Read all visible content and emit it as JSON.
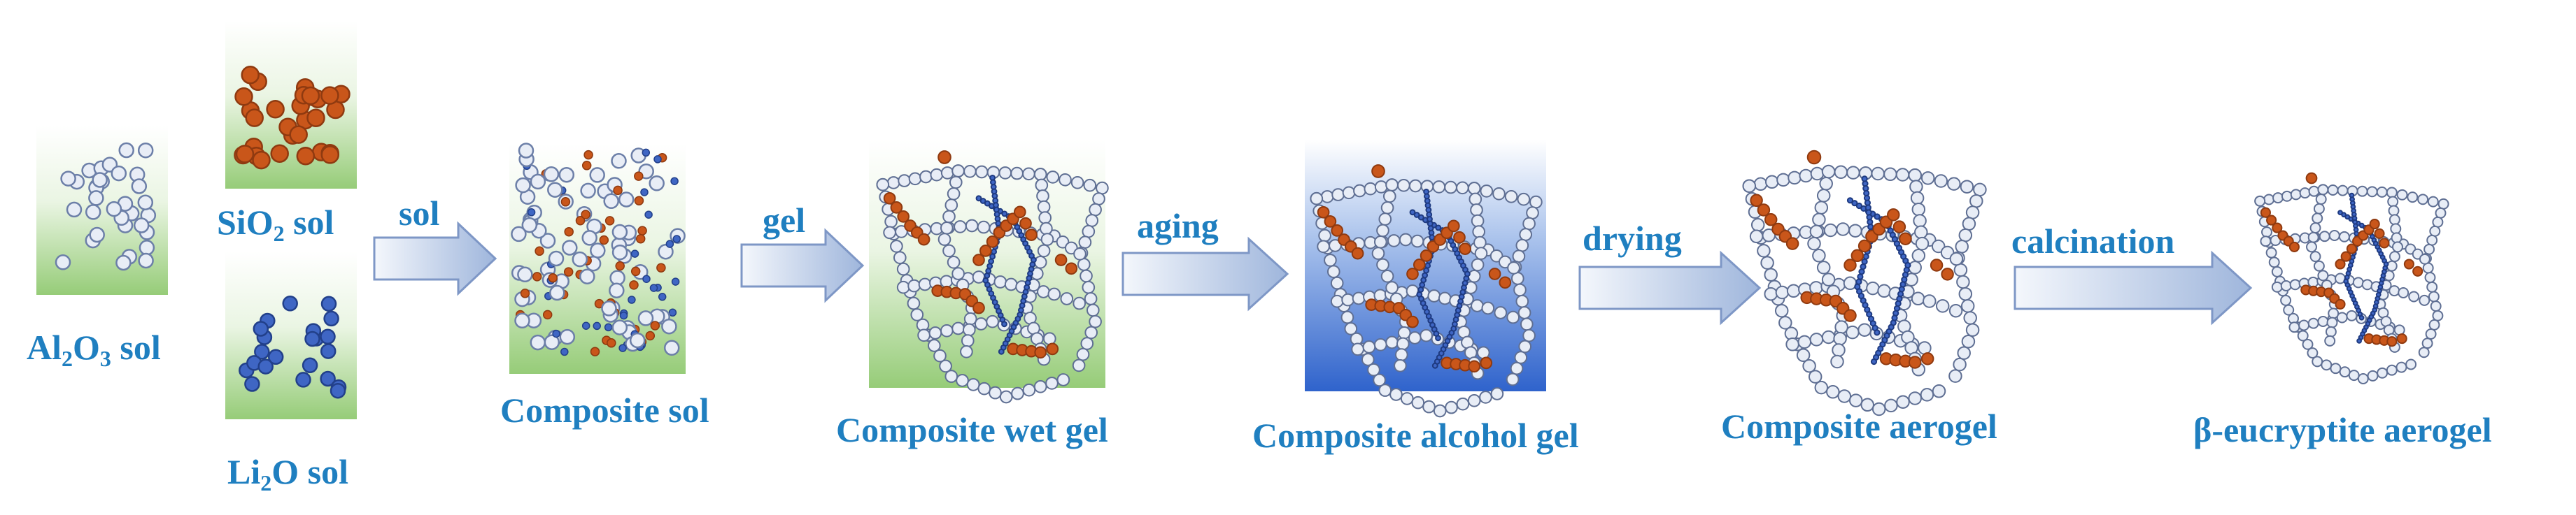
{
  "labels": {
    "al2o3": {
      "pre": "Al",
      "sub1": "2",
      "mid": "O",
      "sub2": "3",
      "post": " sol"
    },
    "sio2": {
      "pre": "SiO",
      "sub": "2",
      "post": " sol"
    },
    "li2o": {
      "pre": "Li",
      "sub": "2",
      "post": "O sol"
    },
    "composite_sol": "Composite sol",
    "composite_wet_gel": "Composite wet gel",
    "composite_alcohol_gel": "Composite alcohol gel",
    "composite_aerogel": "Composite aerogel",
    "eucryptite_aerogel": "β-eucryptite aerogel"
  },
  "steps": [
    "sol",
    "gel",
    "aging",
    "drying",
    "calcination"
  ],
  "colors": {
    "text": "#1f7fc0",
    "orange": "#c9561a",
    "blue_particle": "#3f66c4",
    "white_particle": "#e8edf6",
    "green": "#9ccf7e",
    "alcohol_blue": "#3d6fd0"
  }
}
